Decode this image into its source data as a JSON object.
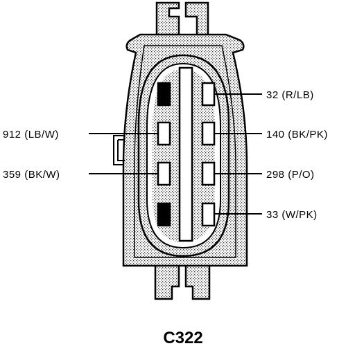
{
  "connector": {
    "name": "C322",
    "pins_right": [
      {
        "circuit": "32 (R/LB)",
        "fill": "open"
      },
      {
        "circuit": "140 (BK/PK)",
        "fill": "open"
      },
      {
        "circuit": "298 (P/O)",
        "fill": "open"
      },
      {
        "circuit": "33 (W/PK)",
        "fill": "open"
      }
    ],
    "pins_left": [
      {
        "circuit": "",
        "fill": "blocked"
      },
      {
        "circuit": "912 (LB/W)",
        "fill": "open"
      },
      {
        "circuit": "359 (BK/W)",
        "fill": "open"
      },
      {
        "circuit": "",
        "fill": "blocked"
      }
    ]
  },
  "colors": {
    "ink": "#000000",
    "paper": "#ffffff",
    "stipple": "#9a9a9a"
  }
}
